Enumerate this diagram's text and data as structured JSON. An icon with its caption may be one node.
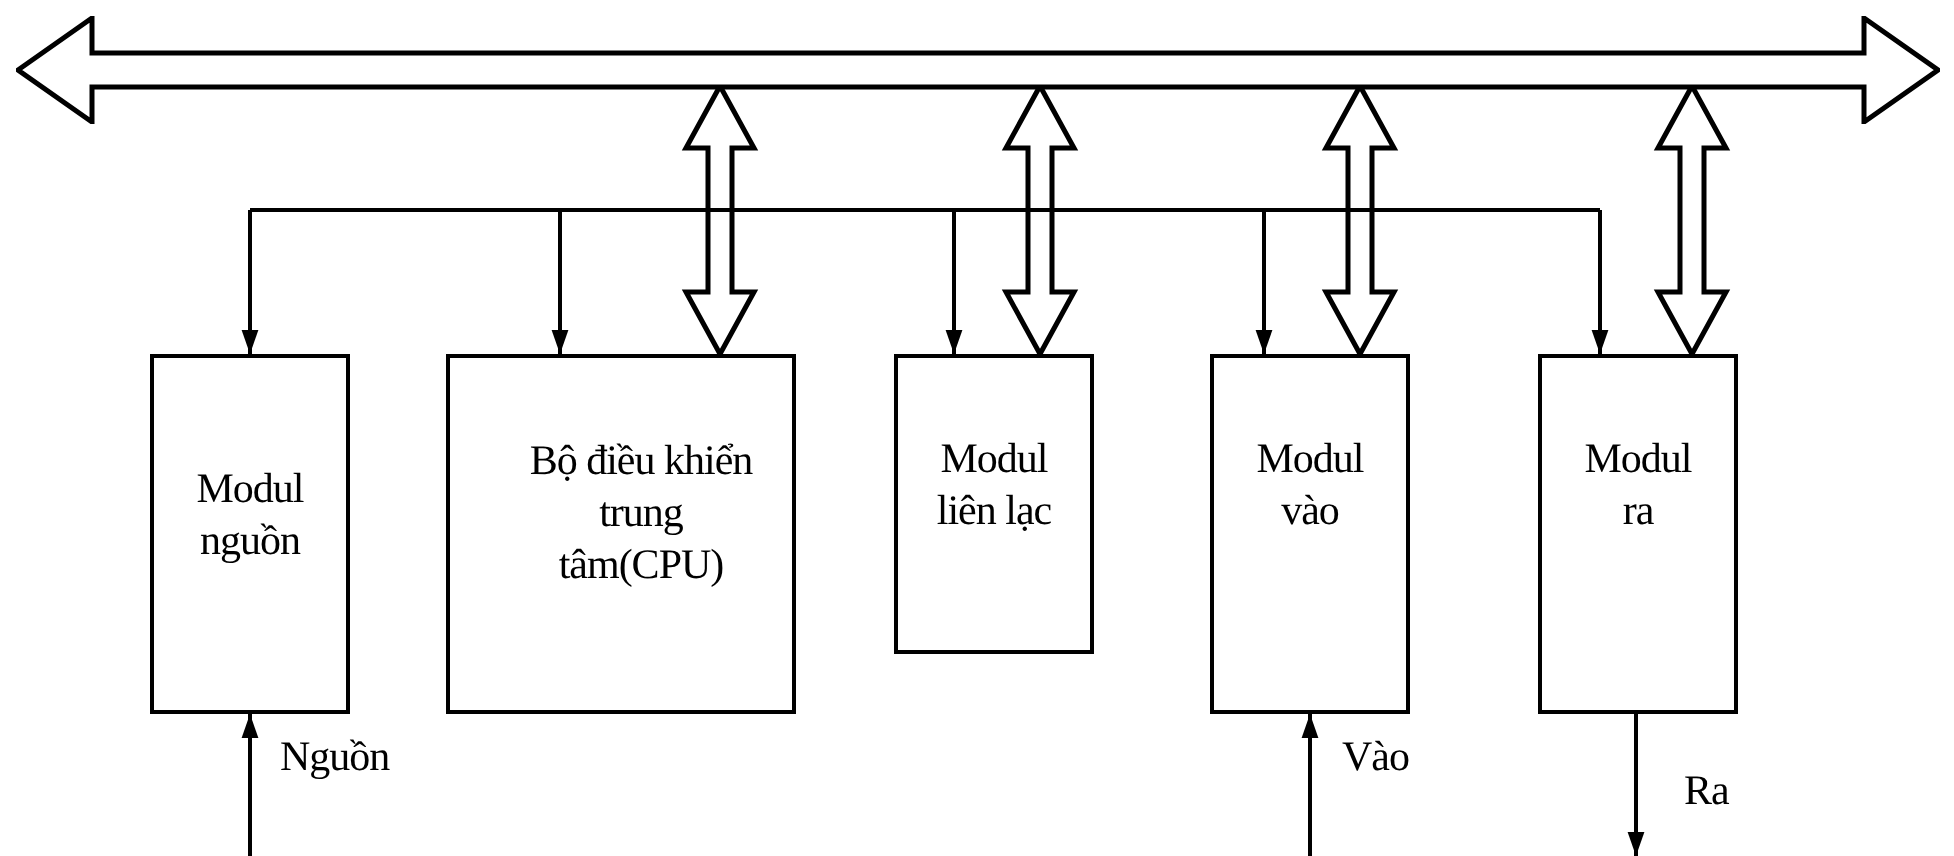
{
  "diagram": {
    "nodes": [
      {
        "text": [],
        "shape": "bar"
      },
      {
        "text": [
          "Modul nguồn"
        ]
      },
      {
        "text": [
          "Bộ điều khiển trung tâm(CPU)"
        ]
      },
      {
        "text": [
          "Modul liên lạc"
        ]
      },
      {
        "text": [
          "Modul vào"
        ]
      },
      {
        "text": [
          "Modul ra"
        ]
      }
    ],
    "edges": [
      {
        "from": null,
        "to": 1,
        "arrow": "to"
      },
      {
        "from": null,
        "to": 2,
        "arrow": "to"
      },
      {
        "from": null,
        "to": 3,
        "arrow": "to"
      },
      {
        "from": null,
        "to": 4,
        "arrow": "to"
      },
      {
        "from": null,
        "to": 5,
        "arrow": "to"
      },
      {
        "from": 0,
        "to": 2,
        "arrow": "both",
        "style": "thick"
      },
      {
        "from": 0,
        "to": 3,
        "arrow": "both",
        "style": "thick"
      },
      {
        "from": 0,
        "to": 4,
        "arrow": "both",
        "style": "thick"
      },
      {
        "from": 0,
        "to": 5,
        "arrow": "both",
        "style": "thick"
      },
      {
        "from": null,
        "to": 1,
        "arrow": "to",
        "label": "Nguồn"
      },
      {
        "from": null,
        "to": 4,
        "arrow": "to",
        "label": "Vào"
      },
      {
        "from": 5,
        "to": null,
        "arrow": "to",
        "label": "Ra"
      }
    ]
  }
}
